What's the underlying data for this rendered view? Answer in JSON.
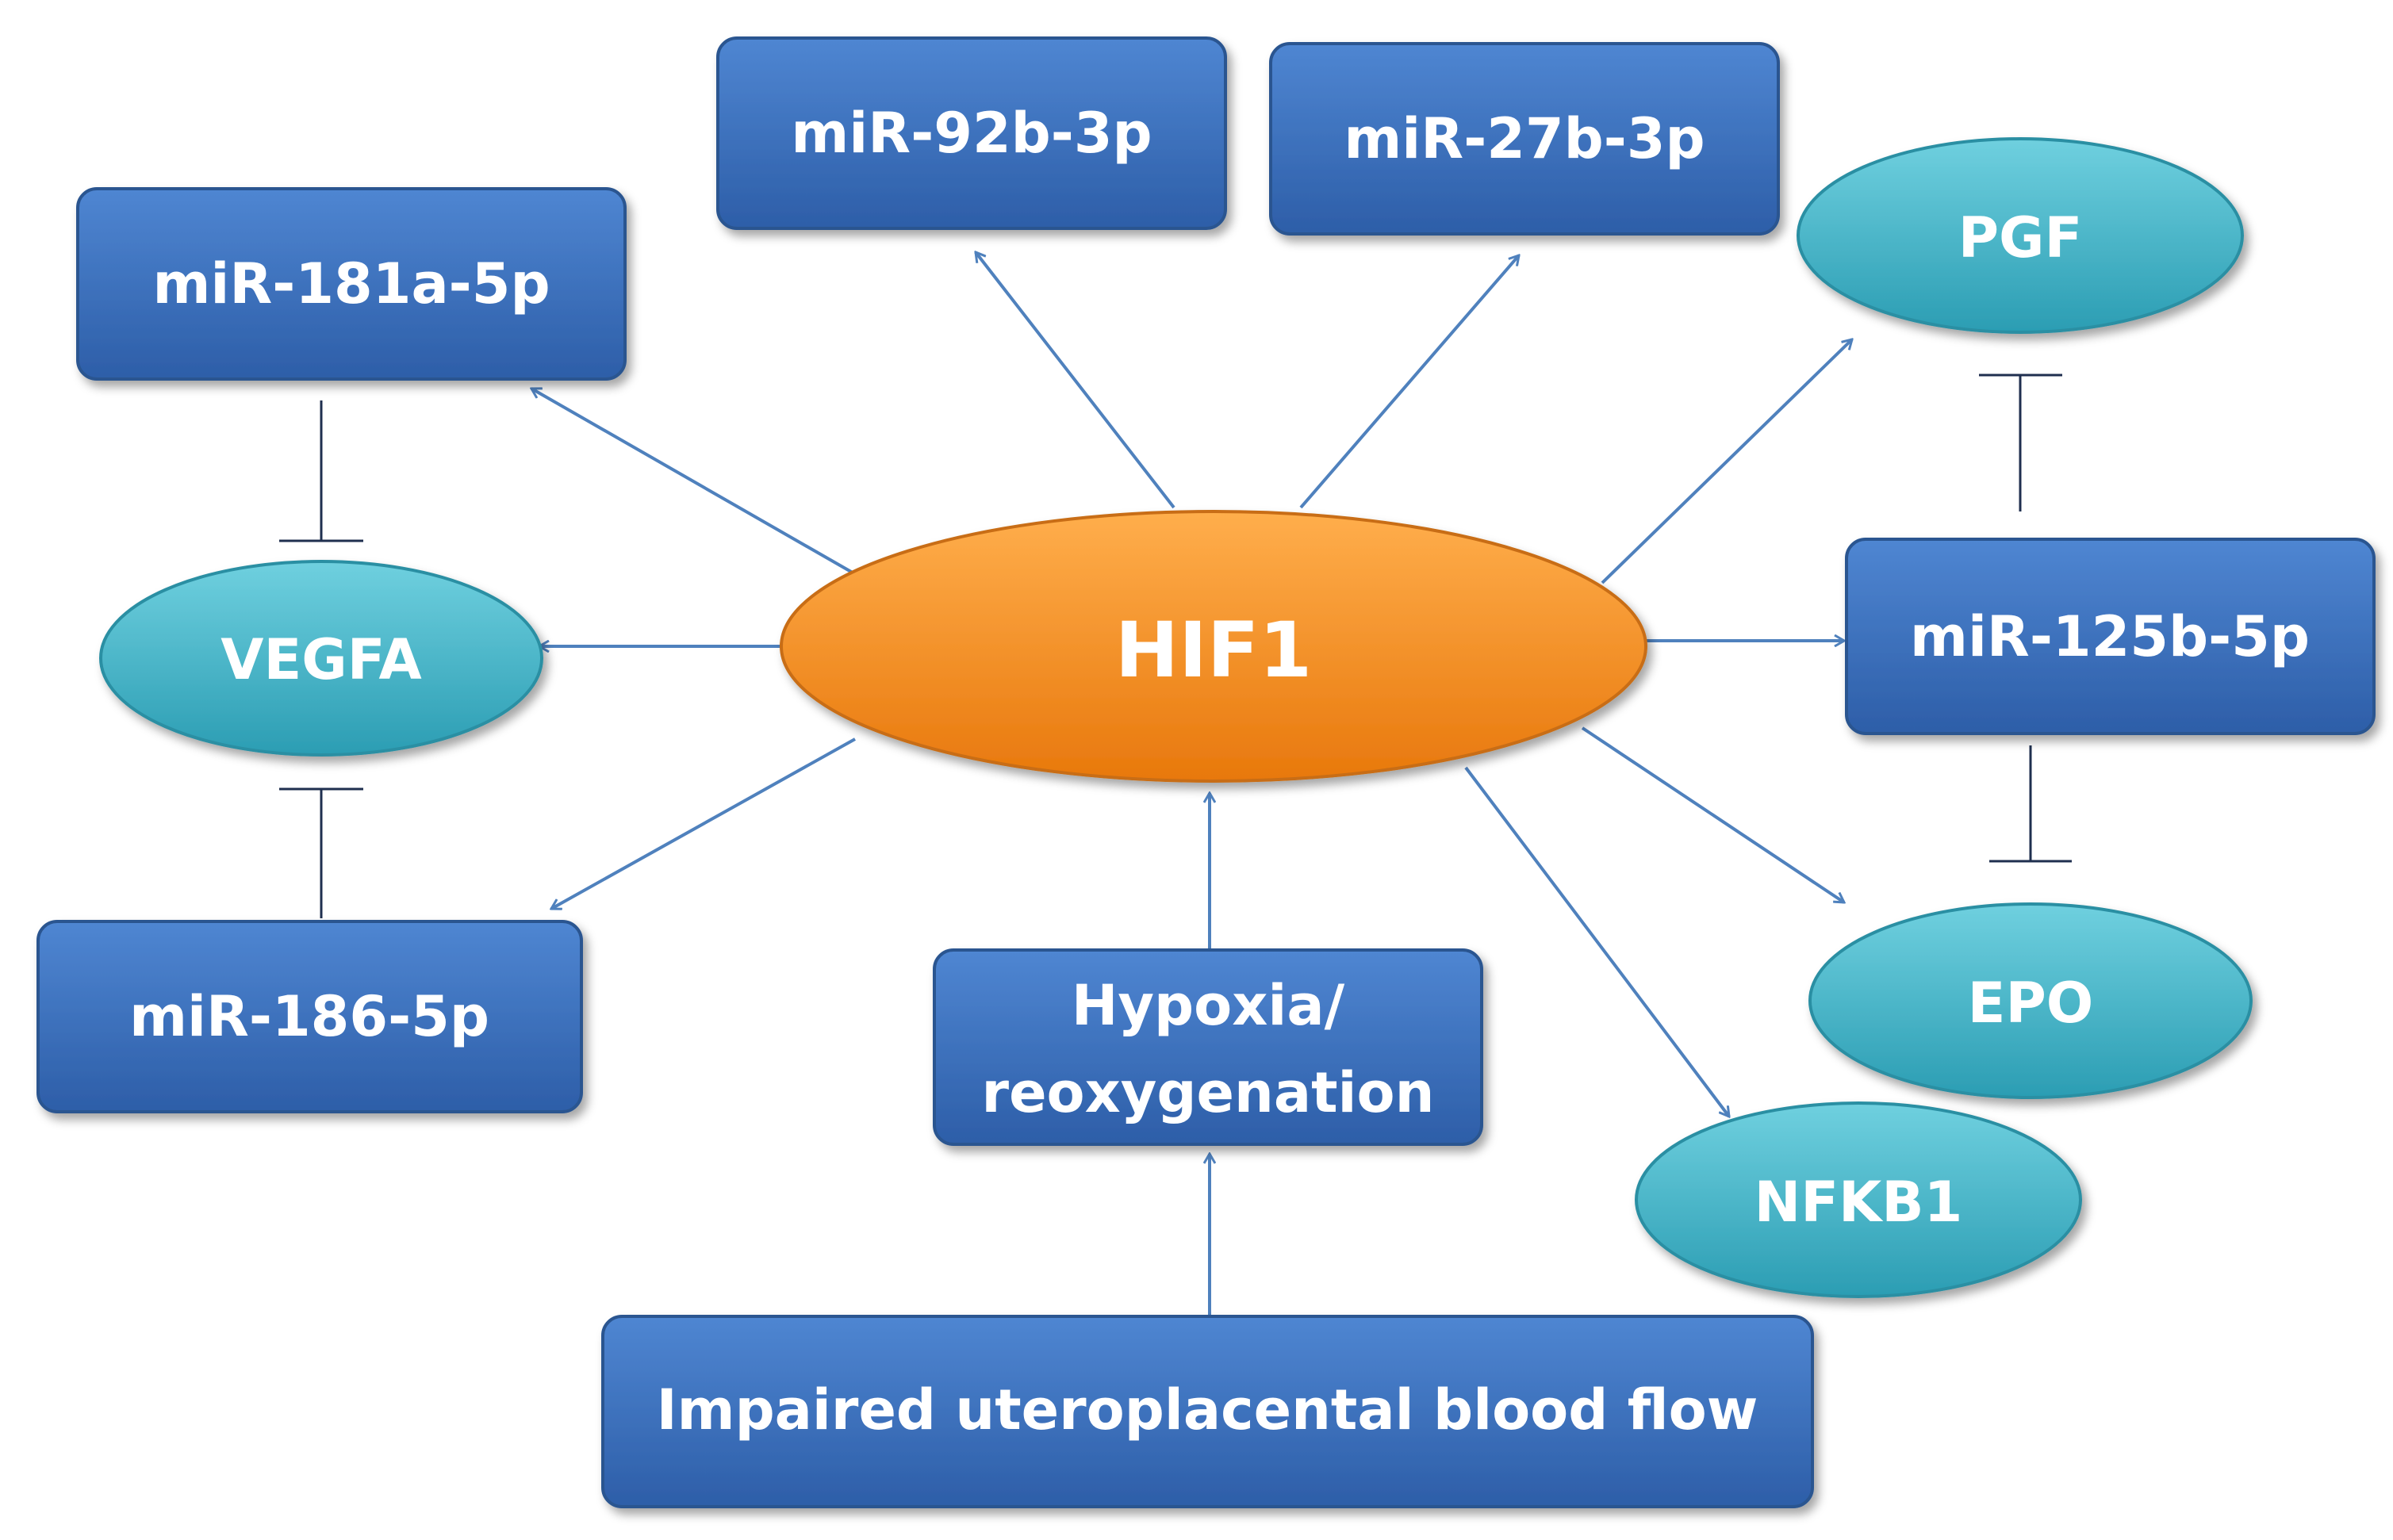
{
  "nodes": {
    "hif1": "HIF1",
    "mir92b": "miR-92b-3p",
    "mir27b": "miR-27b-3p",
    "mir181a": "miR-181a-5p",
    "pgf": "PGF",
    "vegfa": "VEGFA",
    "mir125b": "miR-125b-5p",
    "mir186": "miR-186-5p",
    "hypoxia_line1": "Hypoxia/",
    "hypoxia_line2": "reoxygenation",
    "epo": "EPO",
    "nfkb1": "NFKB1",
    "impaired": "Impaired uteroplacental blood flow"
  },
  "colors": {
    "box_fill": "#3a6fbf",
    "box_border": "#2a5590",
    "teal_fill": "#3aaec2",
    "teal_border": "#2c8fa3",
    "hif_fill": "#f28a1e",
    "hif_border": "#c86d12",
    "arrow": "#4f81bd",
    "inhibit": "#1f2f4f"
  }
}
